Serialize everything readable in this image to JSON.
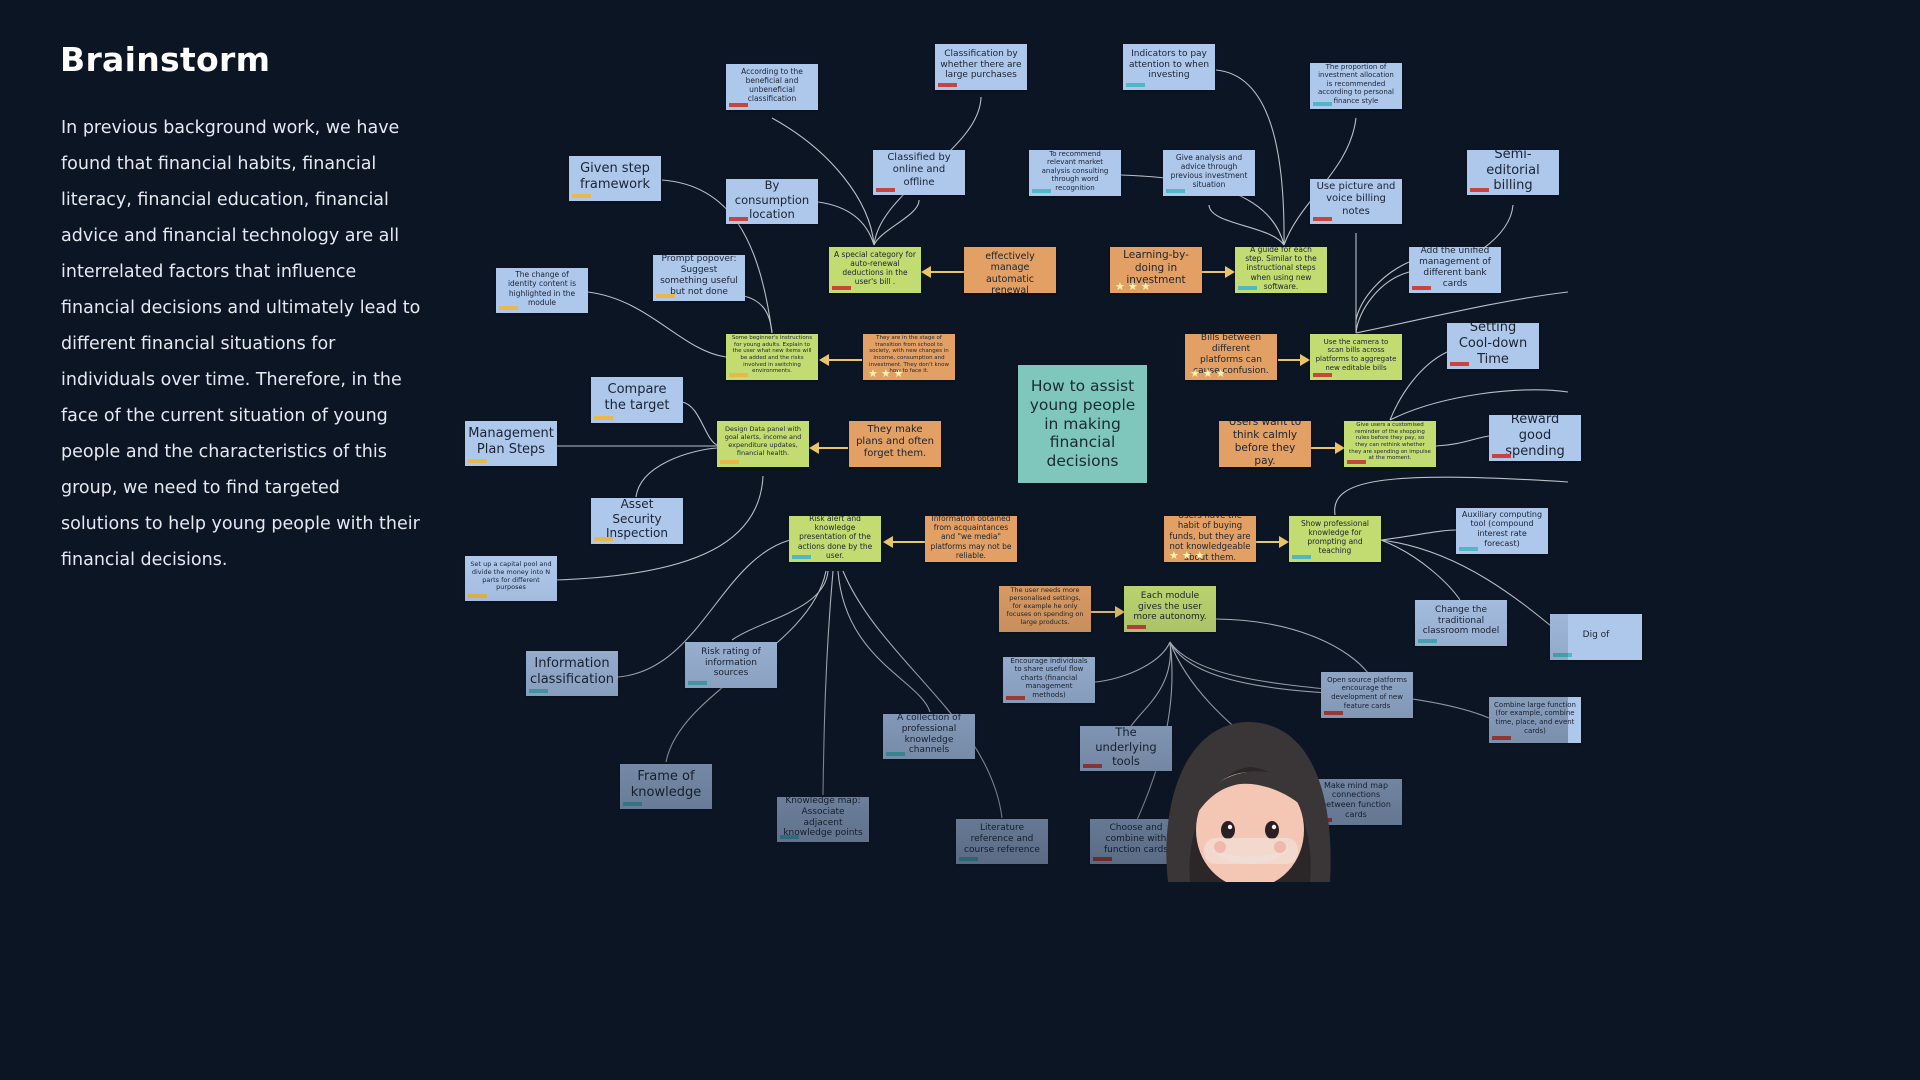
{
  "title": "Brainstorm",
  "intro": "In previous background work, we have found that financial habits, financial literacy, financial education, financial advice and financial technology are all interrelated factors that influence financial decisions and ultimately lead to different financial situations for individuals over time. Therefore, in the face of the current situation of young people and the characteristics of this group, we need to find targeted solutions to help young people with their financial decisions.",
  "colors": {
    "background": "#0c1524",
    "blue_note": "#aec8ec",
    "green_note": "#c2dc72",
    "orange_note": "#e2a064",
    "teal_note": "#7fc7bd",
    "tag_red": "#c8443c",
    "tag_yellow": "#e8b84a",
    "tag_cyan": "#4fb8c4",
    "arrow": "#e9c56a",
    "connector": "#d9dde3"
  },
  "center": {
    "text": "How to assist young people in making financial decisions"
  },
  "notes": [
    {
      "text": "Given step framework",
      "style": "blue",
      "tag": "yellow"
    },
    {
      "text": "According to the beneficial and unbeneficial classification",
      "style": "blue",
      "tag": "red"
    },
    {
      "text": "Classification by whether there are large purchases",
      "style": "blue",
      "tag": "red"
    },
    {
      "text": "By consumption location",
      "style": "blue",
      "tag": "red"
    },
    {
      "text": "Classified by online and offline",
      "style": "blue",
      "tag": "red"
    },
    {
      "text": "A special category for auto-renewal deductions in the user's bill .",
      "style": "green",
      "tag": "red"
    },
    {
      "text": "Unable to effectively manage automatic renewal",
      "style": "orange"
    },
    {
      "text": "Prompt popover: Suggest something useful but not done",
      "style": "blue",
      "tag": "yellow"
    },
    {
      "text": "The change of identity content is highlighted in the module",
      "style": "blue",
      "tag": "yellow"
    },
    {
      "text": "Some beginner's instructions for young adults. Explain to the user what new items will be added and the risks involved in switching environments.",
      "style": "green",
      "tag": "yellow"
    },
    {
      "text": "They are in the stage of transition from school to society, with new changes in income, consumption and investment. They don't know how to face it.",
      "style": "orange",
      "stars": "★★★"
    },
    {
      "text": "Compare the target",
      "style": "blue",
      "tag": "yellow"
    },
    {
      "text": "Management Plan Steps",
      "style": "blue",
      "tag": "yellow"
    },
    {
      "text": "Design Data panel with goal alerts, income and expenditure updates, financial health.",
      "style": "green",
      "tag": "yellow"
    },
    {
      "text": "They make plans and often forget them.",
      "style": "orange"
    },
    {
      "text": "Asset Security Inspection",
      "style": "blue",
      "tag": "yellow"
    },
    {
      "text": "Set up a capital pool and divide the money into N parts for different purposes",
      "style": "blue",
      "tag": "yellow"
    },
    {
      "text": "Risk alert and knowledge presentation of the actions done by the user.",
      "style": "green",
      "tag": "cyan"
    },
    {
      "text": "Information obtained from acquaintances and \"we media\" platforms may not be reliable.",
      "style": "orange"
    },
    {
      "text": "Information classification",
      "style": "blue",
      "tag": "cyan"
    },
    {
      "text": "Risk rating of information sources",
      "style": "blue",
      "tag": "cyan"
    },
    {
      "text": "Frame of knowledge",
      "style": "blue",
      "tag": "cyan"
    },
    {
      "text": "Knowledge map: Associate adjacent knowledge points",
      "style": "blue",
      "tag": "cyan"
    },
    {
      "text": "A collection of professional knowledge channels",
      "style": "blue",
      "tag": "cyan"
    },
    {
      "text": "Literature reference and course reference",
      "style": "blue",
      "tag": "cyan"
    },
    {
      "text": "Indicators to pay attention to when investing",
      "style": "blue",
      "tag": "cyan"
    },
    {
      "text": "To recommend relevant market analysis consulting through word recognition",
      "style": "blue",
      "tag": "cyan"
    },
    {
      "text": "Give analysis and advice through previous investment situation",
      "style": "blue",
      "tag": "cyan"
    },
    {
      "text": "Learning-by-doing in investment",
      "style": "orange",
      "stars": "★★★"
    },
    {
      "text": "A guide for each step. Similar to the instructional steps when using new software.",
      "style": "green",
      "tag": "cyan"
    },
    {
      "text": "The proportion of investment allocation is recommended according to personal finance style",
      "style": "blue",
      "tag": "cyan"
    },
    {
      "text": "Use picture and voice billing notes",
      "style": "blue",
      "tag": "red"
    },
    {
      "text": "Semi-editorial billing",
      "style": "blue",
      "tag": "red"
    },
    {
      "text": "Add the unified management of different bank cards",
      "style": "blue",
      "tag": "red"
    },
    {
      "text": "Bills between different platforms can cause confusion.",
      "style": "orange",
      "stars": "★★★"
    },
    {
      "text": "Use the camera to scan bills across platforms to aggregate new editable bills",
      "style": "green",
      "tag": "red"
    },
    {
      "text": "Setting Cool-down Time",
      "style": "blue",
      "tag": "red"
    },
    {
      "text": "Users want to think calmly before they pay.",
      "style": "orange"
    },
    {
      "text": "Give users a customised reminder of the shopping rules before they pay, so they can rethink whether they are spending on impulse at the moment.",
      "style": "green",
      "tag": "red"
    },
    {
      "text": "Reward good spending",
      "style": "blue",
      "tag": "red"
    },
    {
      "text": "Users have the habit of buying funds, but they are not knowledgeable about them.",
      "style": "orange",
      "stars": "★★★"
    },
    {
      "text": "Show professional knowledge for prompting and teaching",
      "style": "green",
      "tag": "cyan"
    },
    {
      "text": "Auxiliary computing tool (compound interest rate forecast)",
      "style": "blue",
      "tag": "cyan"
    },
    {
      "text": "Change the traditional classroom model",
      "style": "blue",
      "tag": "cyan"
    },
    {
      "text": "Dig of",
      "style": "blue",
      "tag": "cyan"
    },
    {
      "text": "The user needs more personalised settings, for example he only focuses on spending on large products.",
      "style": "orange"
    },
    {
      "text": "Each module gives the user more autonomy.",
      "style": "green",
      "tag": "red"
    },
    {
      "text": "Encourage individuals to share useful flow charts (financial management methods)",
      "style": "blue",
      "tag": "red"
    },
    {
      "text": "Open source platforms encourage the development of new feature cards",
      "style": "blue",
      "tag": "red"
    },
    {
      "text": "Combine large function (for example, combine time, place, and event cards)",
      "style": "blue",
      "tag": "red"
    },
    {
      "text": "The underlying tools",
      "style": "blue",
      "tag": "red"
    },
    {
      "text": "Make mind map connections between function cards",
      "style": "blue",
      "tag": "red"
    },
    {
      "text": "Choose and combine with function cards",
      "style": "blue",
      "tag": "red"
    }
  ]
}
